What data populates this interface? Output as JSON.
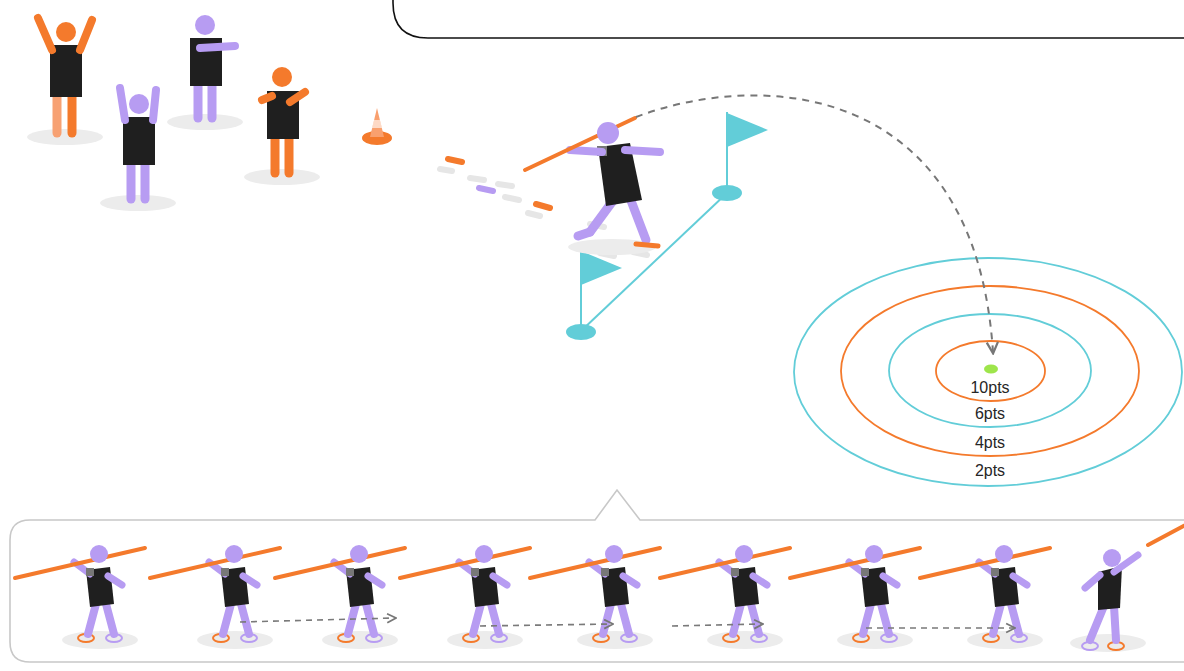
{
  "diagram": {
    "nodes": [
      {
        "text": [
          "2pts"
        ]
      },
      {
        "text": [
          "4pts"
        ],
        "in": 0
      },
      {
        "text": [
          "6pts"
        ],
        "in": 1
      },
      {
        "text": [
          "10pts"
        ],
        "in": 2
      }
    ]
  }
}
